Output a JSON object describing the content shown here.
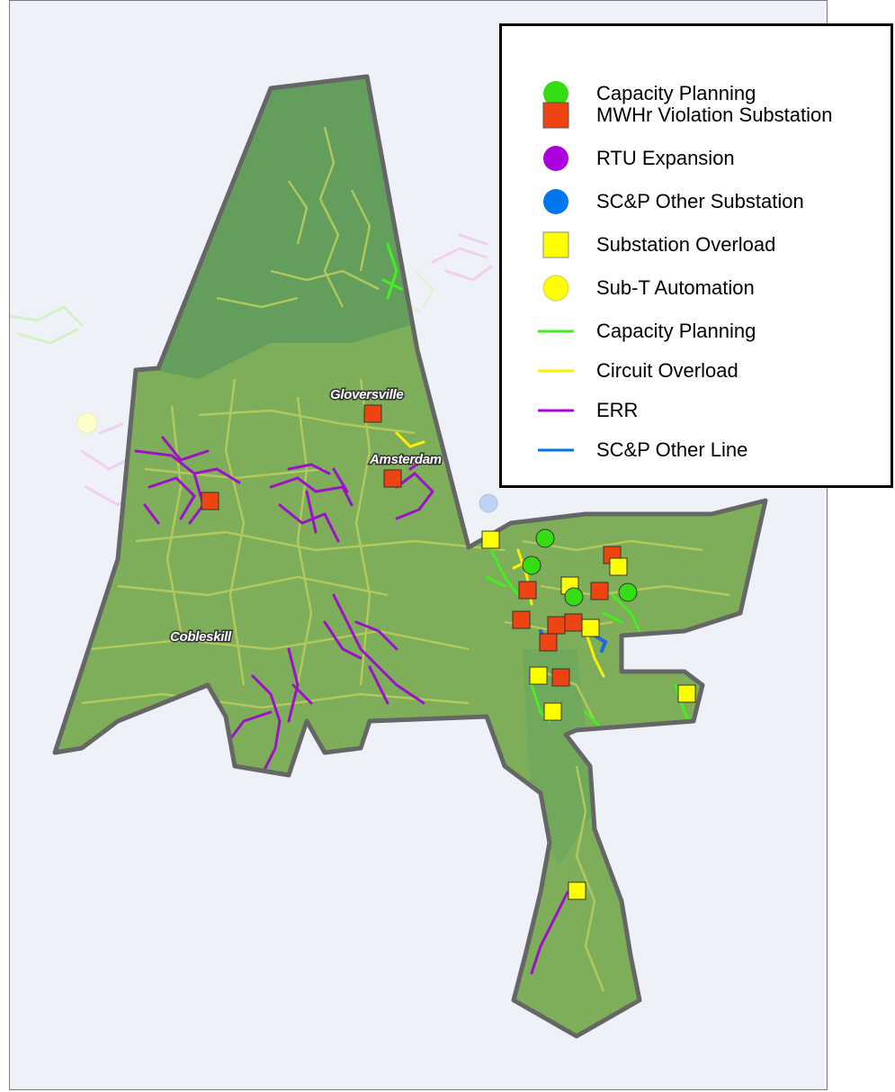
{
  "map": {
    "cities": [
      {
        "id": "gloversville",
        "label": "Gloversville"
      },
      {
        "id": "amsterdam",
        "label": "Amsterdam"
      },
      {
        "id": "cobleskill",
        "label": "Cobleskill"
      }
    ],
    "colors": {
      "region_fill": "#7fae5a",
      "region_dark": "#5c9a5c",
      "region_border": "#666666",
      "network_lines": "#b9cc5c",
      "background": "#eef2f8"
    }
  },
  "legend": {
    "items": [
      {
        "label": "Capacity Planning",
        "symbol": "circle",
        "color": "#33dd11",
        "icon": "circle-marker-icon"
      },
      {
        "label": "MWHr Violation Substation",
        "symbol": "square",
        "color": "#ee4411",
        "icon": "square-marker-icon"
      },
      {
        "label": "RTU Expansion",
        "symbol": "circle",
        "color": "#aa00dd",
        "icon": "circle-marker-icon"
      },
      {
        "label": "SC&P Other Substation",
        "symbol": "circle",
        "color": "#0077ee",
        "icon": "circle-marker-icon"
      },
      {
        "label": "Substation Overload",
        "symbol": "square",
        "color": "#ffff00",
        "icon": "square-marker-icon"
      },
      {
        "label": "Sub-T Automation",
        "symbol": "circle",
        "color": "#ffff00",
        "icon": "circle-marker-icon"
      },
      {
        "label": "Capacity Planning",
        "symbol": "line",
        "color": "#44ee22",
        "icon": "line-swatch-icon"
      },
      {
        "label": "Circuit Overload",
        "symbol": "line",
        "color": "#ffee00",
        "icon": "line-swatch-icon"
      },
      {
        "label": "ERR",
        "symbol": "line",
        "color": "#aa00dd",
        "icon": "line-swatch-icon"
      },
      {
        "label": "SC&P Other Line",
        "symbol": "line",
        "color": "#0077ee",
        "icon": "line-swatch-icon"
      }
    ]
  }
}
